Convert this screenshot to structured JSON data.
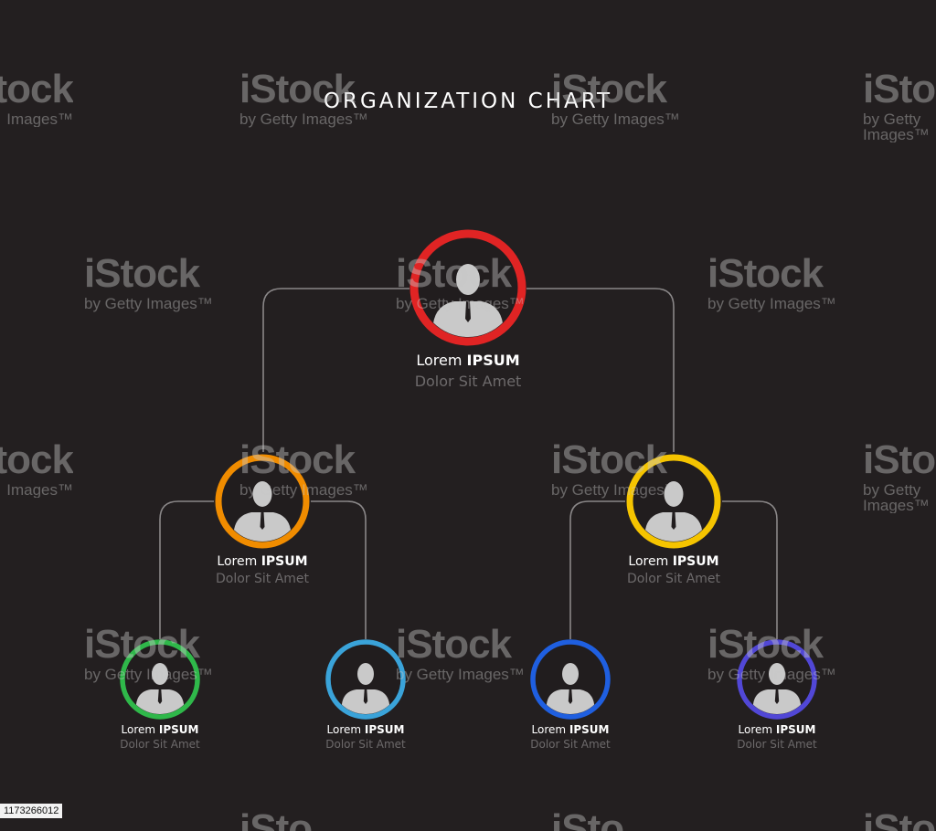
{
  "title": "ORGANIZATION CHART",
  "nodes": [
    {
      "id": "top",
      "first": "Lorem",
      "last": "IPSUM",
      "role": "Dolor Sit Amet",
      "color": "#e02424"
    },
    {
      "id": "mid-left",
      "first": "Lorem",
      "last": "IPSUM",
      "role": "Dolor Sit Amet",
      "color": "#f08c00"
    },
    {
      "id": "mid-right",
      "first": "Lorem",
      "last": "IPSUM",
      "role": "Dolor Sit Amet",
      "color": "#f5c400"
    },
    {
      "id": "leaf-1",
      "first": "Lorem",
      "last": "IPSUM",
      "role": "Dolor Sit Amet",
      "color": "#2fb84a"
    },
    {
      "id": "leaf-2",
      "first": "Lorem",
      "last": "IPSUM",
      "role": "Dolor Sit Amet",
      "color": "#3aa3d9"
    },
    {
      "id": "leaf-3",
      "first": "Lorem",
      "last": "IPSUM",
      "role": "Dolor Sit Amet",
      "color": "#1f5fe0"
    },
    {
      "id": "leaf-4",
      "first": "Lorem",
      "last": "IPSUM",
      "role": "Dolor Sit Amet",
      "color": "#5147d6"
    }
  ],
  "edges": [
    [
      "top",
      "mid-left"
    ],
    [
      "top",
      "mid-right"
    ],
    [
      "mid-left",
      "leaf-1"
    ],
    [
      "mid-left",
      "leaf-2"
    ],
    [
      "mid-right",
      "leaf-3"
    ],
    [
      "mid-right",
      "leaf-4"
    ]
  ],
  "watermark": {
    "brand": "iStock",
    "tagline": "by Getty Images™",
    "partial_tagline": "Images™",
    "partial_brand": "iSto"
  },
  "image_id": "1173266012",
  "colors": {
    "background": "#231f20",
    "connector": "#8a8788",
    "person": "#c9c9c9"
  }
}
